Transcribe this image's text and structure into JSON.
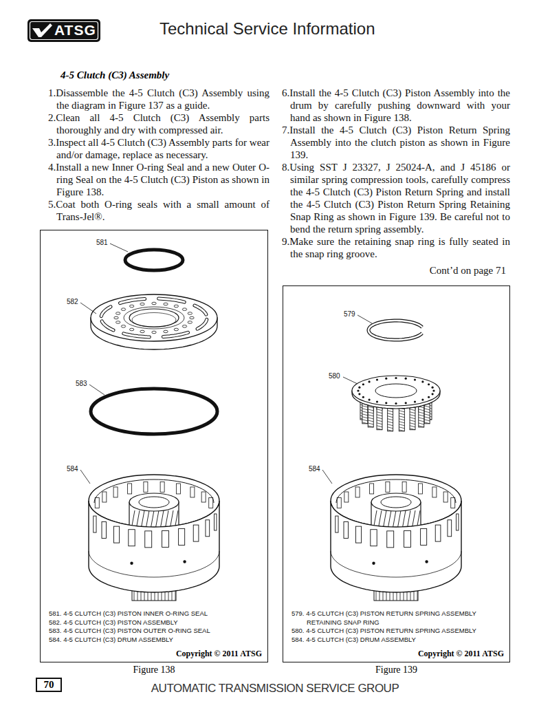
{
  "diagram": {
    "title": "Technical Service Information",
    "nodes": [
      {
        "text": [
          "581. 4-5 CLUTCH (C3) PISTON INNER O-RING SEAL",
          "582. 4-5 CLUTCH (C3) PISTON ASSEMBLY",
          "583. 4-5 CLUTCH (C3) PISTON OUTER O-RING SEAL",
          "584. 4-5 CLUTCH (C3) DRUM ASSEMBLY",
          "Copyright © 2011 ATSG",
          "Figure 138"
        ]
      },
      {
        "text": [
          "579. 4-5 CLUTCH (C3) PISTON RETURN SPRING ASSEMBLY RETAINING SNAP RING",
          "580. 4-5 CLUTCH (C3) PISTON RETURN SPRING ASSEMBLY",
          "584. 4-5 CLUTCH (C3) DRUM ASSEMBLY",
          "Copyright © 2011 ATSG",
          "Figure 139"
        ]
      }
    ],
    "labels": [
      "ATSG",
      "4-5 Clutch (C3) Assembly",
      "1.Disassemble the 4-5 Clutch (C3) Assembly using the diagram in Figure 137 as a guide.",
      "2.Clean all 4-5 Clutch (C3) Assembly parts thoroughly and dry with compressed air.",
      "3.Inspect all 4-5 Clutch (C3) Assembly parts for wear and/or damage, replace as necessary.",
      "4.Install a new Inner O-ring Seal and a new Outer O-ring Seal on the 4-5 Clutch (C3) Piston as shown in Figure 138.",
      "5.Coat both O-ring seals with a small amount of Trans-Jel®.",
      "6.Install the 4-5 Clutch (C3) Piston Assembly into the drum by carefully pushing downward with your hand as shown in Figure 138.",
      "7.Install the 4-5 Clutch (C3) Piston Return Spring Assembly into the clutch piston as shown in Figure 139.",
      "8.Using SST J 23327, J 25024-A, and J 45186 or similar spring compression tools, carefully compress the 4-5 Clutch (C3) Piston Return Spring and install the 4-5 Clutch (C3) Piston Return Spring Retaining Snap Ring as shown in Figure 139. Be careful not to bend the return spring assembly.",
      "9.Make sure the retaining snap ring is fully seated in the snap ring groove.",
      "Cont’d on page 71",
      "581",
      "582",
      "583",
      "584",
      "579",
      "580",
      "584",
      "70",
      "AUTOMATIC TRANSMISSION SERVICE GROUP"
    ]
  }
}
